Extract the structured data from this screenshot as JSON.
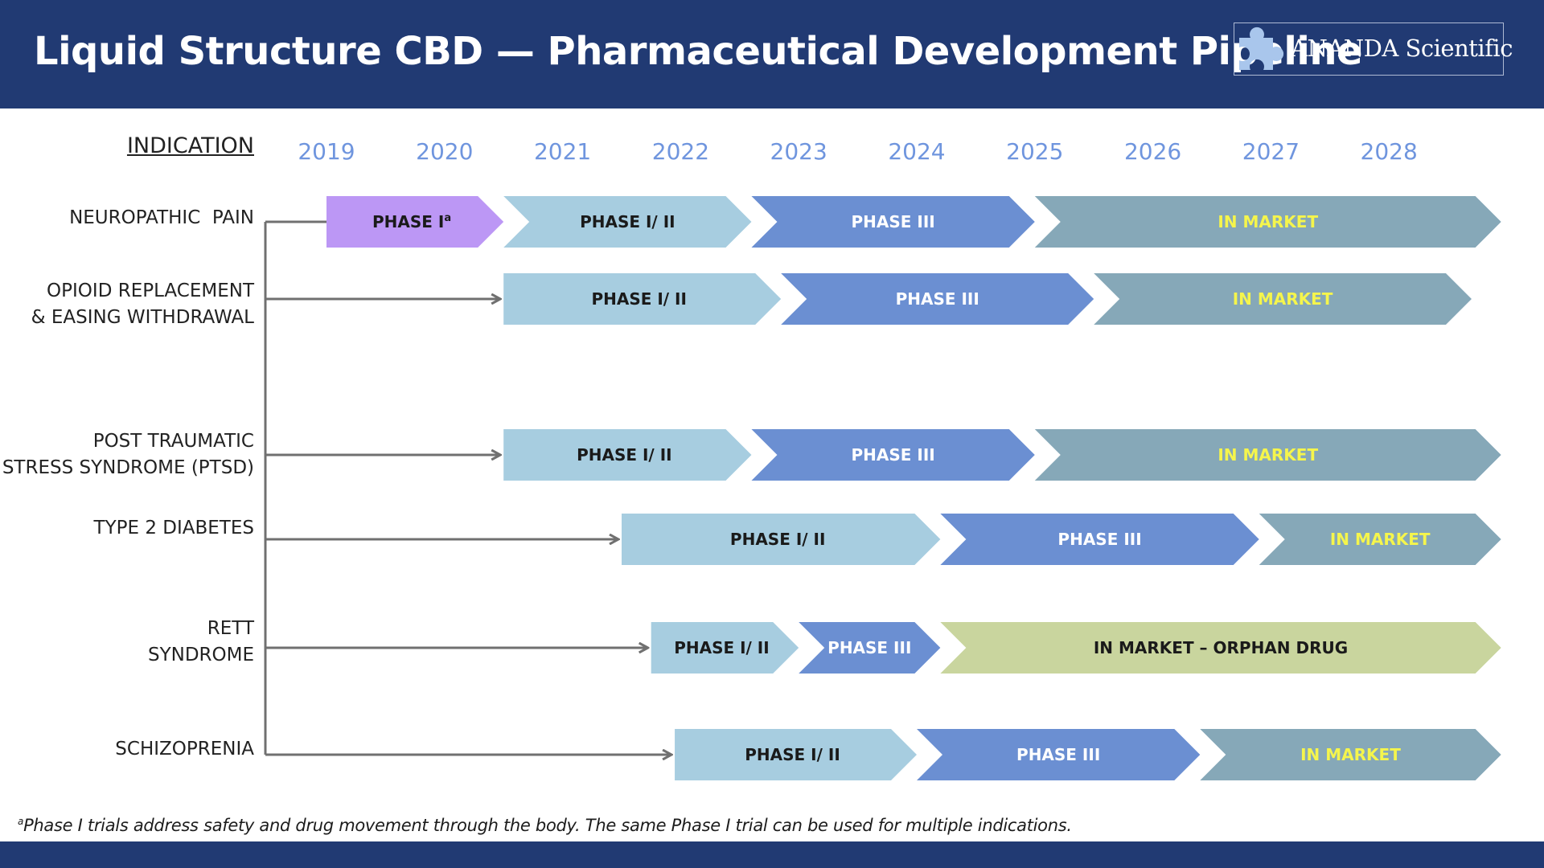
{
  "title": "Liquid Structure CBD — Pharmaceutical Development Pipeline",
  "logo": {
    "text": "ANANDA Scientific",
    "icon": "puzzle-piece-icon",
    "icon_color": "#a9c6ec"
  },
  "indication_header": "INDICATION",
  "years": [
    "2019",
    "2020",
    "2021",
    "2022",
    "2023",
    "2024",
    "2025",
    "2026",
    "2027",
    "2028"
  ],
  "colors": {
    "header_bg": "#213a73",
    "year_text": "#6f95de",
    "phase_i": "#bc97f5",
    "phase_i_ii": "#a7cde0",
    "phase_iii": "#6b8fd2",
    "in_market": "#86a8b8",
    "orphan_drug": "#c9d59e",
    "in_market_text": "#f5f54c"
  },
  "indications": [
    {
      "name": "NEUROPATHIC  PAIN",
      "stages": [
        {
          "label": "PHASE I",
          "sup": "a",
          "kind": "phase_i",
          "start": 2019.0,
          "end": 2020.5
        },
        {
          "label": "PHASE I/ II",
          "kind": "phase_i_ii",
          "start": 2020.5,
          "end": 2022.6
        },
        {
          "label": "PHASE III",
          "kind": "phase_iii",
          "start": 2022.6,
          "end": 2025.0
        },
        {
          "label": "IN MARKET",
          "kind": "in_market",
          "start": 2025.0,
          "end": 2028.95
        }
      ]
    },
    {
      "name": "OPIOID REPLACEMENT\n& EASING WITHDRAWAL",
      "stages": [
        {
          "label": "PHASE I/ II",
          "kind": "phase_i_ii",
          "start": 2020.5,
          "end": 2022.85
        },
        {
          "label": "PHASE III",
          "kind": "phase_iii",
          "start": 2022.85,
          "end": 2025.5
        },
        {
          "label": "IN MARKET",
          "kind": "in_market",
          "start": 2025.5,
          "end": 2028.7
        }
      ]
    },
    {
      "name": "POST TRAUMATIC\nSTRESS SYNDROME (PTSD)",
      "stages": [
        {
          "label": "PHASE I/ II",
          "kind": "phase_i_ii",
          "start": 2020.5,
          "end": 2022.6
        },
        {
          "label": "PHASE III",
          "kind": "phase_iii",
          "start": 2022.6,
          "end": 2025.0
        },
        {
          "label": "IN MARKET",
          "kind": "in_market",
          "start": 2025.0,
          "end": 2028.95
        }
      ]
    },
    {
      "name": "TYPE 2 DIABETES",
      "stages": [
        {
          "label": "PHASE I/ II",
          "kind": "phase_i_ii",
          "start": 2021.5,
          "end": 2024.2
        },
        {
          "label": "PHASE III",
          "kind": "phase_iii",
          "start": 2024.2,
          "end": 2026.9
        },
        {
          "label": "IN MARKET",
          "kind": "in_market",
          "start": 2026.9,
          "end": 2028.95
        }
      ]
    },
    {
      "name": "RETT\nSYNDROME",
      "stages": [
        {
          "label": "PHASE I/ II",
          "kind": "phase_i_ii",
          "start": 2021.75,
          "end": 2023.0
        },
        {
          "label": "PHASE III",
          "kind": "phase_iii",
          "start": 2023.0,
          "end": 2024.2
        },
        {
          "label": "IN MARKET – ORPHAN DRUG",
          "kind": "orphan_drug",
          "start": 2024.2,
          "end": 2028.95
        }
      ]
    },
    {
      "name": "SCHIZOPRENIA",
      "stages": [
        {
          "label": "PHASE I/ II",
          "kind": "phase_i_ii",
          "start": 2021.95,
          "end": 2024.0
        },
        {
          "label": "PHASE III",
          "kind": "phase_iii",
          "start": 2024.0,
          "end": 2026.4
        },
        {
          "label": "IN MARKET",
          "kind": "in_market",
          "start": 2026.4,
          "end": 2028.95
        }
      ]
    }
  ],
  "footnote": {
    "marker": "a",
    "text": "Phase I trials address safety and drug movement through the body. The same Phase I trial can be used for multiple indications."
  }
}
